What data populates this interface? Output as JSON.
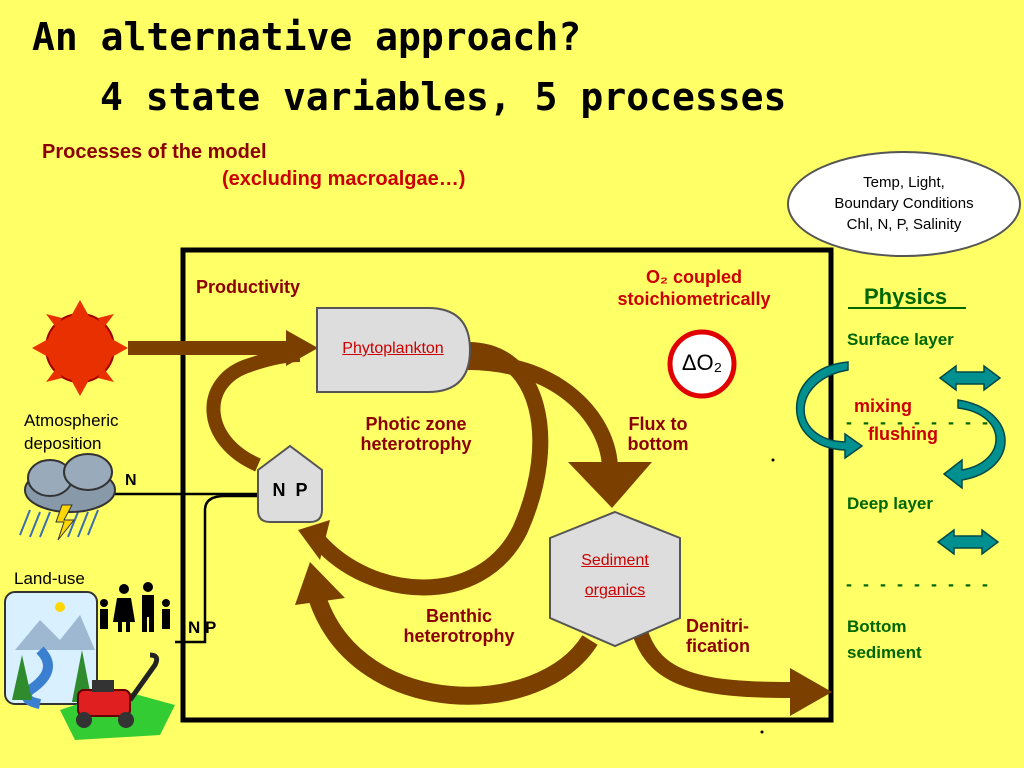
{
  "title": {
    "line1": "An alternative approach?",
    "line2": "4 state variables, 5 processes"
  },
  "subtitle": {
    "line1": "Processes of the model",
    "line2": "(excluding macroalgae…)"
  },
  "inputs_oval": {
    "line1": "Temp, Light,",
    "line2": "Boundary Conditions",
    "line3": "Chl, N, P, Salinity"
  },
  "labels": {
    "productivity": "Productivity",
    "o2_line1": "O₂ coupled",
    "o2_line2": "stoichiometrically",
    "delta_o2": "ΔO₂",
    "photic_line1": "Photic zone",
    "photic_line2": "heterotrophy",
    "flux_line1": "Flux to",
    "flux_line2": "bottom",
    "benthic_line1": "Benthic",
    "benthic_line2": "heterotrophy",
    "denitri_line1": "Denitri-",
    "denitri_line2": "fication"
  },
  "nodes": {
    "phytoplankton": "Phytoplankton",
    "np": "N  P",
    "sediment_line1": "Sediment",
    "sediment_line2": "organics"
  },
  "left": {
    "atmos_line1": "Atmospheric",
    "atmos_line2": "deposition",
    "n": "N",
    "landuse": "Land-use",
    "np": "N P"
  },
  "physics": {
    "title": "Physics",
    "surface": "Surface layer",
    "mixing": "mixing",
    "flushing": "flushing",
    "deep": "Deep layer",
    "bottom_line1": "Bottom",
    "bottom_line2": "sediment"
  },
  "colors": {
    "background": "#FFFF66",
    "arrow_brown": "#7B3F00",
    "dark_red": "#8B0000",
    "red": "#CC0000",
    "green": "#006600",
    "teal": "#008B8B"
  }
}
